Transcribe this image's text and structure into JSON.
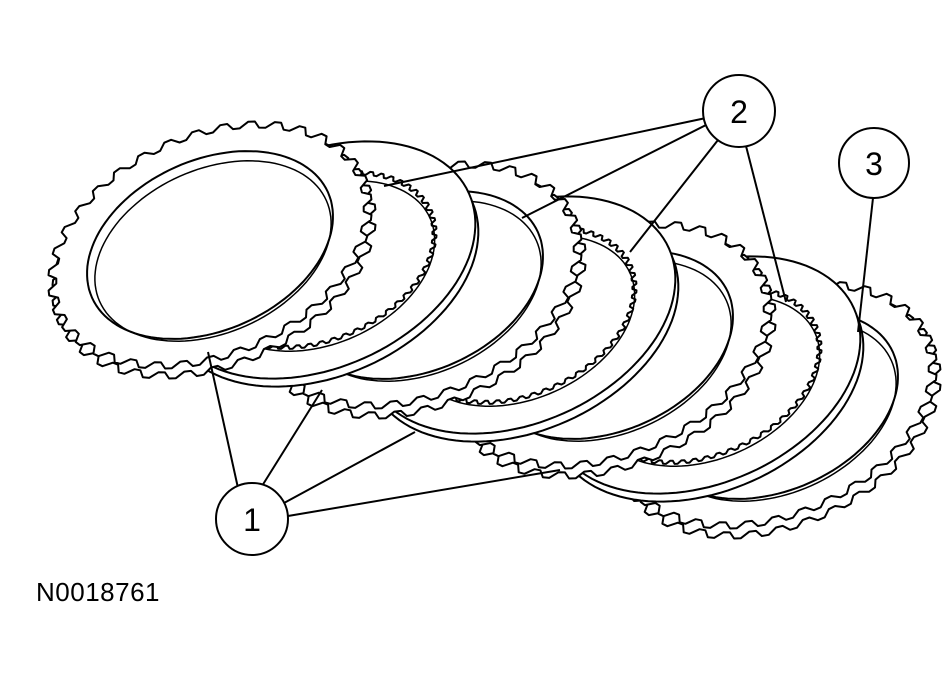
{
  "figure": {
    "id_label": "N0018761"
  },
  "callouts": {
    "c1": "1",
    "c2": "2",
    "c3": "3"
  },
  "colors": {
    "line": "#000000",
    "background": "#ffffff"
  }
}
